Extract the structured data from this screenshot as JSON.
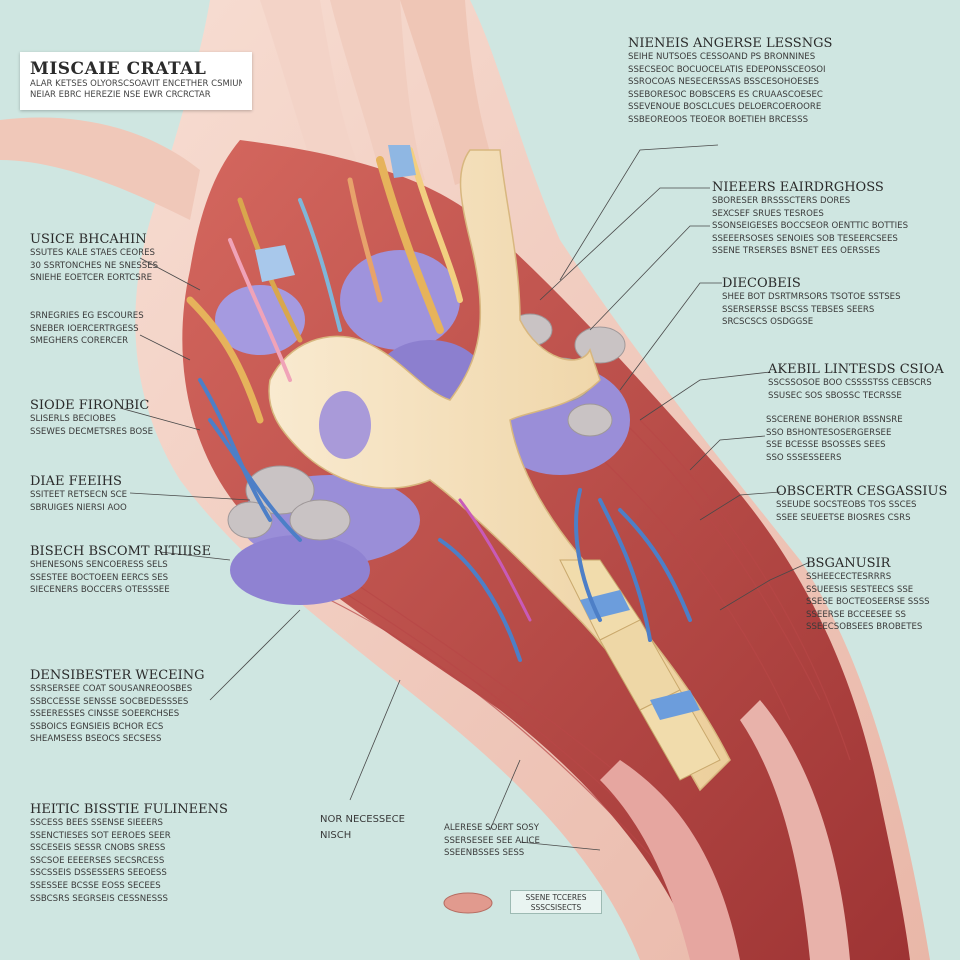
{
  "title": {
    "heading": "MISCAIE CRATAL",
    "sub1": "ALAR KETSES OLYORSCSOAVIT  ENCETHER CSMIUNL",
    "sub2": "NEIAR  EBRC HEREZIE  NSE EWR CRCRCTAR"
  },
  "left_blocks": [
    {
      "heading": "USICE BHCAHIN",
      "lines": [
        "SSUTES KALE STAES CEORES",
        "30 SSRTONCHES NE SNESSES",
        "SNIEHE EOETCER EORTCSRE"
      ]
    },
    {
      "heading": "",
      "lines": [
        "SRNEGRIES EG ESCOURES",
        "SNEBER IOERCERTRGESS",
        "SMEGHERS CORERCER"
      ]
    },
    {
      "heading": "SIODE FIRONBIC",
      "lines": [
        "SLISERLS BECIOBES",
        "SSEWES DECMETSRES BOSE"
      ]
    },
    {
      "heading": "DIAE FEEIHS",
      "lines": [
        "SSITEET RETSECN SCE",
        "SBRUIGES NIERSI AOO"
      ]
    },
    {
      "heading": "BISECH BSCOMT RITIIISE",
      "lines": [
        "SHENESONS SENCOERESS SELS",
        "SSESTEE BOCTOEEN EERCS SES",
        "SIECENERS BOCCERS OTESSSEE"
      ]
    },
    {
      "heading": "DENSIBESTER WECEING",
      "lines": [
        "SSRSERSEE COAT SOUSANREOOSBES",
        "SSBCCESSE SENSSE SOCBEDESSSES",
        "SSEERESSES CINSSE SOEERCHSES",
        "SSBOICS EGNSIEIS BCHOR ECS",
        "SHEAMSESS BSEOCS SECSESS"
      ]
    },
    {
      "heading": "HEITIC BISSTIE FULINEENS",
      "lines": [
        "SSCESS BEES SSENSE SIEEERS",
        "SSENCTIESES SOT EEROES SEER",
        "SSCESEIS SESSR CNOBS SRESS",
        "SSCSOE EEEERSES SECSRCESS",
        "SSCSSEIS DSSESSERS SEEOESS",
        "SSESSEE BCSSE EOSS SECEES",
        "SSBCSRS SEGRSEIS CESSNESSS"
      ]
    }
  ],
  "right_blocks": [
    {
      "heading": "NIENEIS ANGERSE LESSNGS",
      "lines": [
        "SEIHE NUTSOES CESSOAND PS BRONNINES",
        "SSECSEOC BOCUOCELATIS EDEPONSSCEOSOI",
        "SSROCOAS NESECERSSAS BSSCESOHOESES",
        "SSEBORESOC BOBSCERS ES CRUAASCOESEC",
        "SSEVENOUE BOSCLCUES DELOERCOEROORE",
        "SSBEOREOOS TEOEOR BOETIEH BRCESSS"
      ]
    },
    {
      "heading": "NIEEERS EAIRDRGHOSS",
      "lines": [
        "SBORESER BRSSSCTERS DORES",
        "SEXCSEF SRUES TESROES",
        "SSONSEIGESES BOCCSEOR OENTTIC BOTTIES",
        "SSEEERSOSES SENOIES SOB TESEERCSEES",
        "SSENE TRSERSES BSNET EES OERSSES"
      ]
    },
    {
      "heading": "DIECOBEIS",
      "lines": [
        "SHEE BOT DSRTMRSORS TSOTOE SSTSES",
        "SSERSERSSE BSCSS TEBSES SEERS",
        "SRCSCSCS OSDGGSE"
      ]
    },
    {
      "heading": "AKEBIL LINTESDS CSIOA",
      "lines": [
        "SSCSSOSOE BOO CSSSSTSS CEBSCRS",
        "SSUSEC SOS SBOSSC TECRSSE"
      ]
    },
    {
      "heading": "",
      "lines": [
        "SSCERENE BOHERIOR BSSNSRE",
        "SSO BSHONTESOSERGERSEE",
        "SSE BCESSE BSOSSES SEES",
        "SSO SSSESSEERS"
      ]
    },
    {
      "heading": "OBSCERTR CESGASSIUS",
      "lines": [
        "SSEUDE SOCSTEOBS TOS SSCES",
        "SSEE SEUEETSE BIOSRES CSRS"
      ]
    },
    {
      "heading": "BSGANUSIR",
      "lines": [
        "SSHEECECTESRRRS",
        "SSUEESIS SESTEECS SSE",
        "SSESE BOCTEOSEERSE SSSS",
        "SSEERSE BCCEESEE SS",
        "SSEECSOBSEES BROBETES"
      ]
    }
  ],
  "bottom_blocks": [
    {
      "heading": "",
      "lines": [
        "NOR NECESSECE",
        "NISCH"
      ]
    },
    {
      "heading": "",
      "lines": [
        "ALERESE SOERT SOSY",
        "SSERSESEE SEE ALICE",
        "SSEENBSSES SESS"
      ]
    }
  ],
  "small_label": {
    "line1": "SSENE TCCERES",
    "line2": "SSSCSISECTS"
  },
  "colors": {
    "background": "#cfe6e1",
    "skin": "#f0c9bd",
    "muscle": "#c9524f",
    "tendon": "#f3ddb0",
    "vein": "#4d7fc7",
    "nerve": "#e6b35b",
    "node": "#9a8ed8",
    "bone_gray": "#c9c3c4"
  }
}
